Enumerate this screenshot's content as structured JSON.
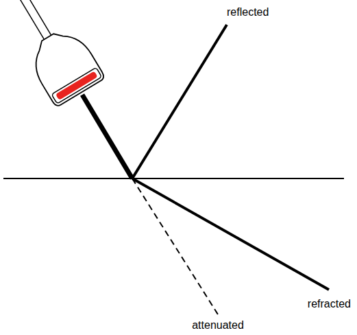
{
  "diagram": {
    "labels": [
      "reflected",
      "refracted",
      "attenuated"
    ]
  }
}
